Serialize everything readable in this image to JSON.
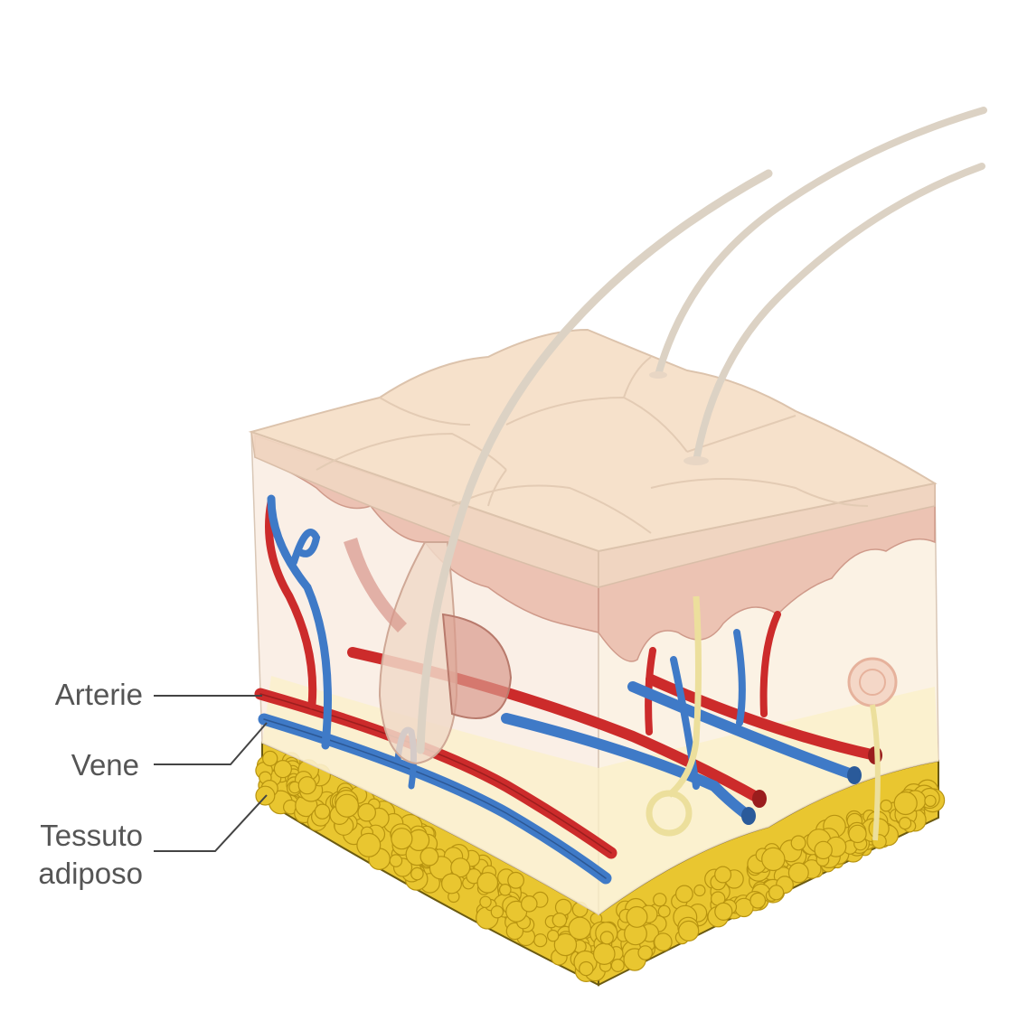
{
  "labels": {
    "arterie": "Arterie",
    "vene": "Vene",
    "tessuto_line1": "Tessuto",
    "tessuto_line2": "adiposo"
  },
  "colors": {
    "label_text": "#555555",
    "leader_line": "#444444",
    "artery": "#cc2b2b",
    "vein": "#3f7ac7",
    "adipose": "#e9c630",
    "adipose_dark": "#b89410",
    "skin_top": "#f6e1cb",
    "dermis": "#f3dcc8",
    "papillary": "#e8b6a6",
    "hair": "#dcd2c4",
    "hypodermis": "#fbf0c8"
  }
}
